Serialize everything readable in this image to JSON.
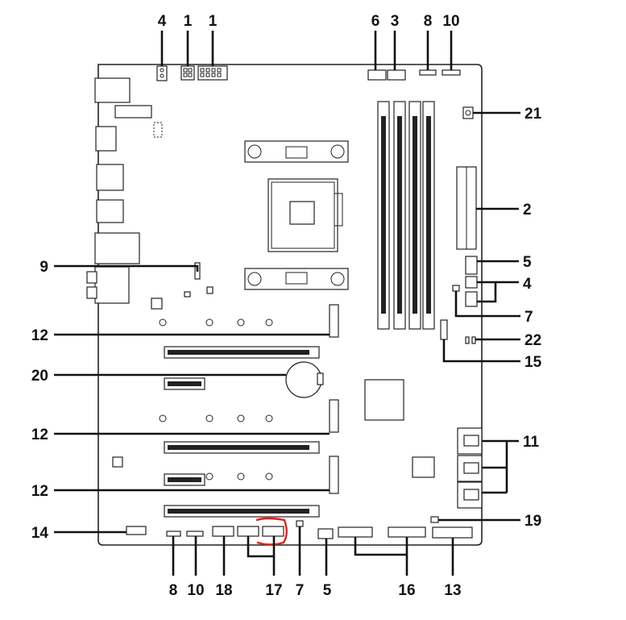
{
  "diagram": {
    "callouts": {
      "top_4": "4",
      "top_1a": "1",
      "top_1b": "1",
      "top_6": "6",
      "top_3": "3",
      "top_8": "8",
      "top_10": "10",
      "right_21": "21",
      "right_2": "2",
      "right_5": "5",
      "right_4": "4",
      "right_7": "7",
      "right_22": "22",
      "right_15": "15",
      "right_11": "11",
      "right_19": "19",
      "left_9": "9",
      "left_12a": "12",
      "left_20": "20",
      "left_12b": "12",
      "left_12c": "12",
      "left_14": "14",
      "bottom_8": "8",
      "bottom_10": "10",
      "bottom_18": "18",
      "bottom_17": "17",
      "bottom_7": "7",
      "bottom_5": "5",
      "bottom_16": "16",
      "bottom_13": "13"
    },
    "colors": {
      "ink": "#222222",
      "highlight": "#e0201b"
    }
  }
}
